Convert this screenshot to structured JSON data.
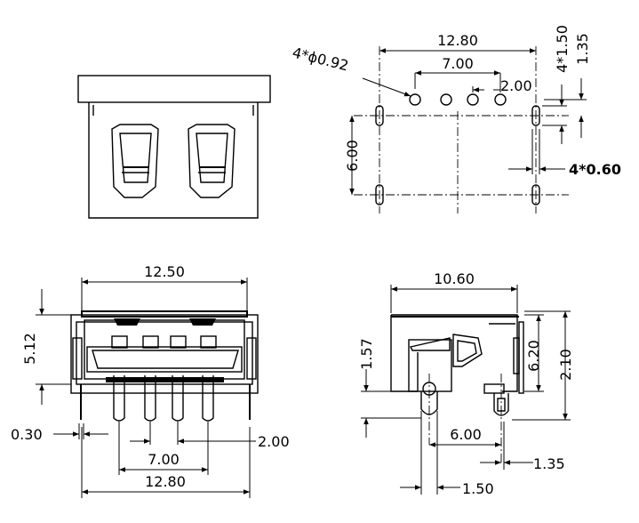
{
  "top_view": {
    "dim_total_width": "12.80",
    "dim_pitch_outer": "7.00",
    "dim_pitch": "2.00",
    "hole_callout": "4*ϕ0.92",
    "dim_row_spacing": "6.00",
    "dim_slot_length": "4*1.50",
    "dim_offset": "1.35",
    "dim_slot_width": "4*0.60"
  },
  "front_view": {
    "dim_width": "12.50",
    "dim_height": "5.12",
    "dim_pin_width": "0.30",
    "dim_pitch": "2.00",
    "dim_pitch_outer": "7.00",
    "dim_total_width": "12.80"
  },
  "side_view": {
    "dim_length": "10.60",
    "dim_height_a": "1.57",
    "dim_height_b": "6.20",
    "dim_height_c": "2.10",
    "dim_row_spacing": "6.00",
    "dim_offset": "1.35",
    "dim_pin_offset": "1.50"
  }
}
